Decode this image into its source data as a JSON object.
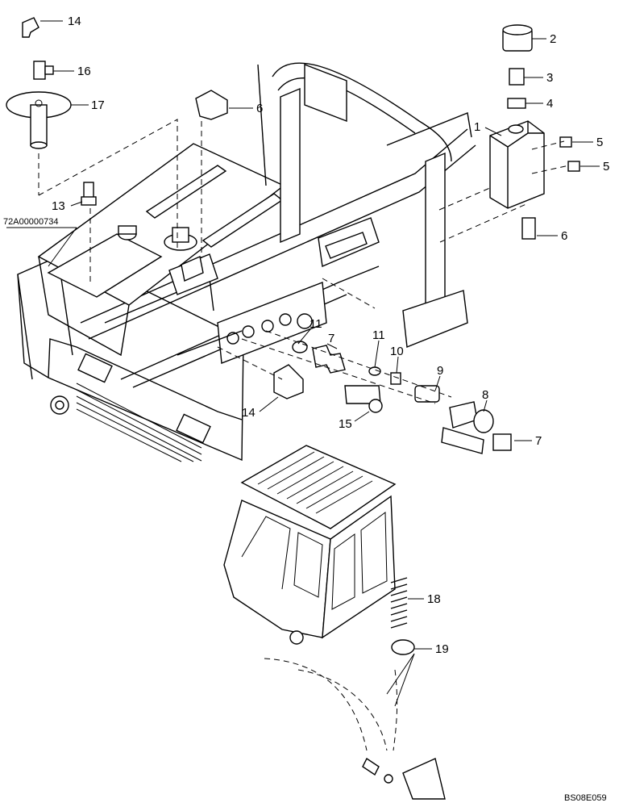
{
  "diagram": {
    "drawing_id": "72A00000734",
    "sheet_code": "BS08E059",
    "callouts": [
      {
        "id": "c14a",
        "label": "14"
      },
      {
        "id": "c16",
        "label": "16"
      },
      {
        "id": "c17",
        "label": "17"
      },
      {
        "id": "c13",
        "label": "13"
      },
      {
        "id": "c6a",
        "label": "6"
      },
      {
        "id": "c2",
        "label": "2"
      },
      {
        "id": "c3",
        "label": "3"
      },
      {
        "id": "c4",
        "label": "4"
      },
      {
        "id": "c1",
        "label": "1"
      },
      {
        "id": "c5a",
        "label": "5"
      },
      {
        "id": "c5b",
        "label": "5"
      },
      {
        "id": "c6b",
        "label": "6"
      },
      {
        "id": "c11a",
        "label": "11"
      },
      {
        "id": "c7a",
        "label": "7"
      },
      {
        "id": "c11b",
        "label": "11"
      },
      {
        "id": "c10",
        "label": "10"
      },
      {
        "id": "c9",
        "label": "9"
      },
      {
        "id": "c8",
        "label": "8"
      },
      {
        "id": "c7b",
        "label": "7"
      },
      {
        "id": "c14b",
        "label": "14"
      },
      {
        "id": "c15",
        "label": "15"
      },
      {
        "id": "c18",
        "label": "18"
      },
      {
        "id": "c19",
        "label": "19"
      }
    ]
  }
}
